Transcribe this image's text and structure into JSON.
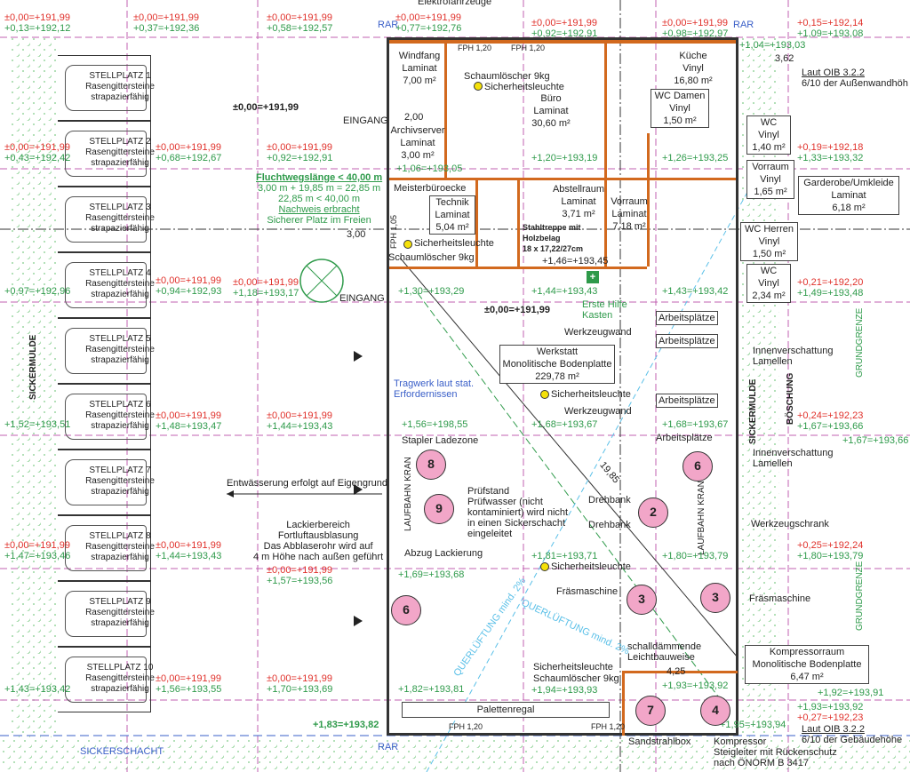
{
  "parking": {
    "stalls": [
      {
        "name": "STELLPLATZ 1",
        "surface": "Rasengittersteine strapazierfähig"
      },
      {
        "name": "STELLPLATZ 2",
        "surface": "Rasengittersteine strapazierfähig"
      },
      {
        "name": "STELLPLATZ 3",
        "surface": "Rasengittersteine strapazierfähig"
      },
      {
        "name": "STELLPLATZ 4",
        "surface": "Rasengittersteine strapazierfähig"
      },
      {
        "name": "STELLPLATZ 5",
        "surface": "Rasengittersteine strapazierfähig"
      },
      {
        "name": "STELLPLATZ 6",
        "surface": "Rasengittersteine strapazierfähig"
      },
      {
        "name": "STELLPLATZ 7",
        "surface": "Rasengittersteine strapazierfähig"
      },
      {
        "name": "STELLPLATZ 8",
        "surface": "Rasengittersteine strapazierfähig"
      },
      {
        "name": "STELLPLATZ 9",
        "surface": "Rasengittersteine strapazierfähig"
      },
      {
        "name": "STELLPLATZ 10",
        "surface": "Rasengittersteine strapazierfähig"
      }
    ]
  },
  "labels": {
    "sickermulde": "SICKERMULDE",
    "sickerschacht": "SICKERSCHACHT",
    "boeschung": "BÖSCHUNG",
    "grundgrenze": "GRUNDGRENZE",
    "rar": "RAR",
    "elektro": "Elektrofahrzeuge",
    "eingang": "EINGANG",
    "ref_black": "±0,00=+191,99",
    "dim_200": "2,00",
    "dim_300": "3,00",
    "dim_362": "3,62",
    "dim_425": "4,25",
    "dim_1985": "19,85",
    "oib_top": "Laut OIB 3.2.2",
    "oib_top2": "6/10 der Außenwandhöh",
    "oib_bot": "Laut OIB 3.2.2",
    "oib_bot2": "6/10 der Gebäudehöhe",
    "fph": "FPH 1,20",
    "fph105": "FPH 1,05",
    "entwaesserung": "Entwässerung erfolgt auf Eigengrund",
    "lackier": "Lackierbereich\nFortluftausblasung\nDas Abblaserohr wird auf\n4 m Höhe nach außen geführt",
    "tragwerk": "Tragwerk laut stat.\nErfordernissen",
    "querlueftung": "QUERLÜFTUNG mind. 2%",
    "stapler": "Stapler Ladezone",
    "laufbahn": "LAUFBAHN KRAN",
    "pruefstand": "Prüfstand\nPrüfwasser (nicht\nkontaminiert) wird nicht\nin einen Sickerschacht\neingeleitet",
    "drehbank": "Drehbank",
    "fraesmaschine": "Fräsmaschine",
    "werkzeugwand": "Werkzeugwand",
    "arbeitsplaetze": "Arbeitsplätze",
    "innenverschattung": "Innenverschattung\nLamellen",
    "werkzeugschrank": "Werkzeugschrank",
    "abzug": "Abzug Lackierung",
    "sicherheitsleuchte": "Sicherheitsleuchte",
    "schaumloescher": "Schaumlöscher 9kg",
    "erste_hilfe": "Erste Hilfe\nKasten",
    "schalldaemmende": "schalldämmende\nLeichtbauweise",
    "palettenregal": "Palettenregal",
    "sandstrahlbox": "Sandstrahlbox",
    "kompressor": "Kompressor\nSteigleiter mit Rückenschutz\nnach ÖNORM B 3417",
    "stiege": "Stahltreppe mit\nHolzbelag\n18 x 17,22/27cm",
    "meister": "Meisterbüroecke"
  },
  "fluchtweg": {
    "title": "Fluchtwegslänge < 40,00 m",
    "l1": "3,00 m + 19,85 m = 22,85 m",
    "l2": "22,85 m < 40,00 m",
    "l3": "Nachweis erbracht",
    "l4": "Sicherer Platz im Freien"
  },
  "rooms": {
    "windfang": "Windfang\nLaminat\n7,00 m²",
    "buero": "Büro\nLaminat\n30,60 m²",
    "kueche": "Küche\nVinyl\n16,80 m²",
    "wc_damen": "WC Damen\nVinyl\n1,50 m²",
    "archiv": "Archivserver\nLaminat\n3,00 m²",
    "technik": "Technik\nLaminat\n5,04 m²",
    "abstell": "Abstellraum\nLaminat\n3,71 m²",
    "vorraum": "Vorraum\nLaminat\n7,18 m²",
    "wc1": "WC\nVinyl\n1,40 m²",
    "vorraum2": "Vorraum\nVinyl\n1,65 m²",
    "garderobe": "Garderobe/Umkleide\nLaminat\n6,18 m²",
    "wc_herren": "WC Herren\nVinyl\n1,50 m²",
    "wc2": "WC\nVinyl\n2,34 m²",
    "werkstatt": "Werkstatt\nMonolitische Bodenplatte\n229,78 m²",
    "kompressorraum": "Kompressorraum\nMonolitische Bodenplatte\n6,47 m²"
  },
  "elev": {
    "e1r": "±0,00=+191,99",
    "e1g": "+0,13=+192,12",
    "e2r": "±0,00=+191,99",
    "e2g": "+0,37=+192,36",
    "e3r": "±0,00=+191,99",
    "e3g": "+0,58=+192,57",
    "e4r": "±0,00=+191,99",
    "e4g": "+0,77=+192,76",
    "e5r": "±0,00=+191,99",
    "e5g": "+0,92=+192,91",
    "e6r": "±0,00=+191,99",
    "e6g": "+0,98=+192,97",
    "e7r": "+0,15=+192,14",
    "e7g": "+1,09=+193,08",
    "e8r": "±0,00=+191,99",
    "e8g": "+0,43=+192,42",
    "e9r": "±0,00=+191,99",
    "e9g": "+0,68=+192,67",
    "e10r": "±0,00=+191,99",
    "e10g": "+0,92=+192,91",
    "e11r": "+0,19=+192,18",
    "e11g": "+1,33=+193,32",
    "e12g": "+0,97=+192,96",
    "e13r": "±0,00=+191,99",
    "e13g": "+0,94=+192,93",
    "e14r": "±0,00=+191,99",
    "e14g": "+1,18=+193,17",
    "e15r": "+0,21=+192,20",
    "e15g": "+1,49=+193,48",
    "e16g": "+1,52=+193,51",
    "e17r": "±0,00=+191,99",
    "e17g": "+1,48=+193,47",
    "e18r": "±0,00=+191,99",
    "e18g": "+1,44=+193,43",
    "e19r": "+0,24=+192,23",
    "e19g": "+1,67=+193,66",
    "e20r": "±0,00=+191,99",
    "e20g": "+1,47=+193,46",
    "e21r": "±0,00=+191,99",
    "e21g": "+1,44=+193,43",
    "e22r": "+0,25=+192,24",
    "e22g": "+1,80=+193,79",
    "e23r": "±0,00=+191,99",
    "e23g": "+1,57=+193,56",
    "e24g": "+1,43=+193,42",
    "e25r": "±0,00=+191,99",
    "e25g": "+1,56=+193,55",
    "e26r": "±0,00=+191,99",
    "e26g": "+1,70=+193,69",
    "e27g": "+1,93=+193,92",
    "e27r": "+0,27=+192,23",
    "i1": "+1,04=+193,03",
    "i2": "+1,06=+193,05",
    "i3": "+1,20=+193,19",
    "i4": "+1,26=+193,25",
    "i5": "+1,30=+193,29",
    "i6": "+1,46=+193,45",
    "i7": "+1,44=+193,43",
    "i8": "+1,43=+193,42",
    "i9": "+1,56=+198,55",
    "i10": "+1,68=+193,67",
    "i11": "+1,68=+193,67",
    "i12": "+1,67=+193,66",
    "i13": "+1,81=+193,71",
    "i14": "+1,80=+193,79",
    "i15": "+1,69=+193,68",
    "i16": "+1,82=+193,81",
    "i17": "+1,94=+193,93",
    "i18": "+1,93=+193,92",
    "i19": "+1,83=+193,82",
    "i20": "+1,95=+193,94",
    "i21": "+1,92=+193,91"
  },
  "machines": [
    "8",
    "9",
    "2",
    "6",
    "3",
    "3",
    "6",
    "7",
    "4"
  ]
}
